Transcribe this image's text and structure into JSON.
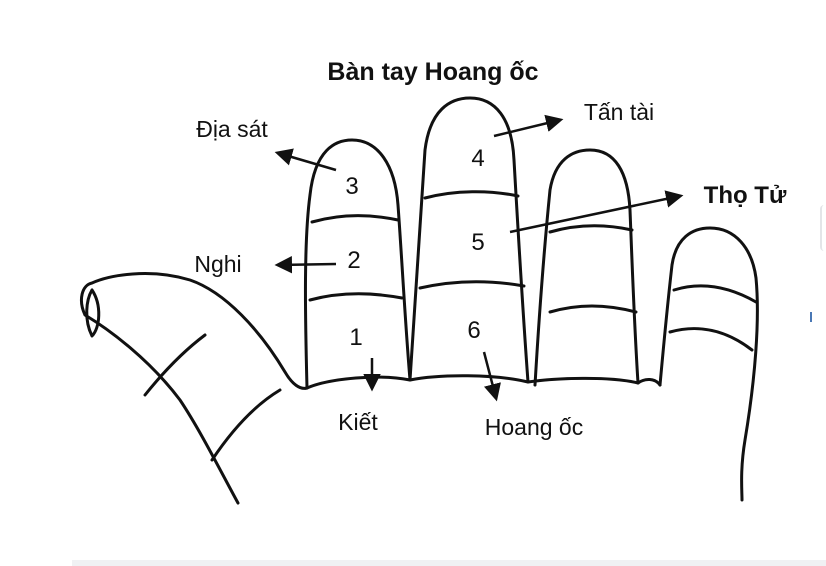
{
  "diagram": {
    "title": "Bàn tay Hoang ốc",
    "positions": [
      {
        "number": "1",
        "name": "Kiết"
      },
      {
        "number": "2",
        "name": "Nghi"
      },
      {
        "number": "3",
        "name": "Địa sát"
      },
      {
        "number": "4",
        "name": "Tấn tài"
      },
      {
        "number": "5",
        "name": "Thọ Tử"
      },
      {
        "number": "6",
        "name": "Hoang ốc"
      }
    ]
  },
  "colors": {
    "ink": "#111111",
    "background": "#ffffff"
  }
}
